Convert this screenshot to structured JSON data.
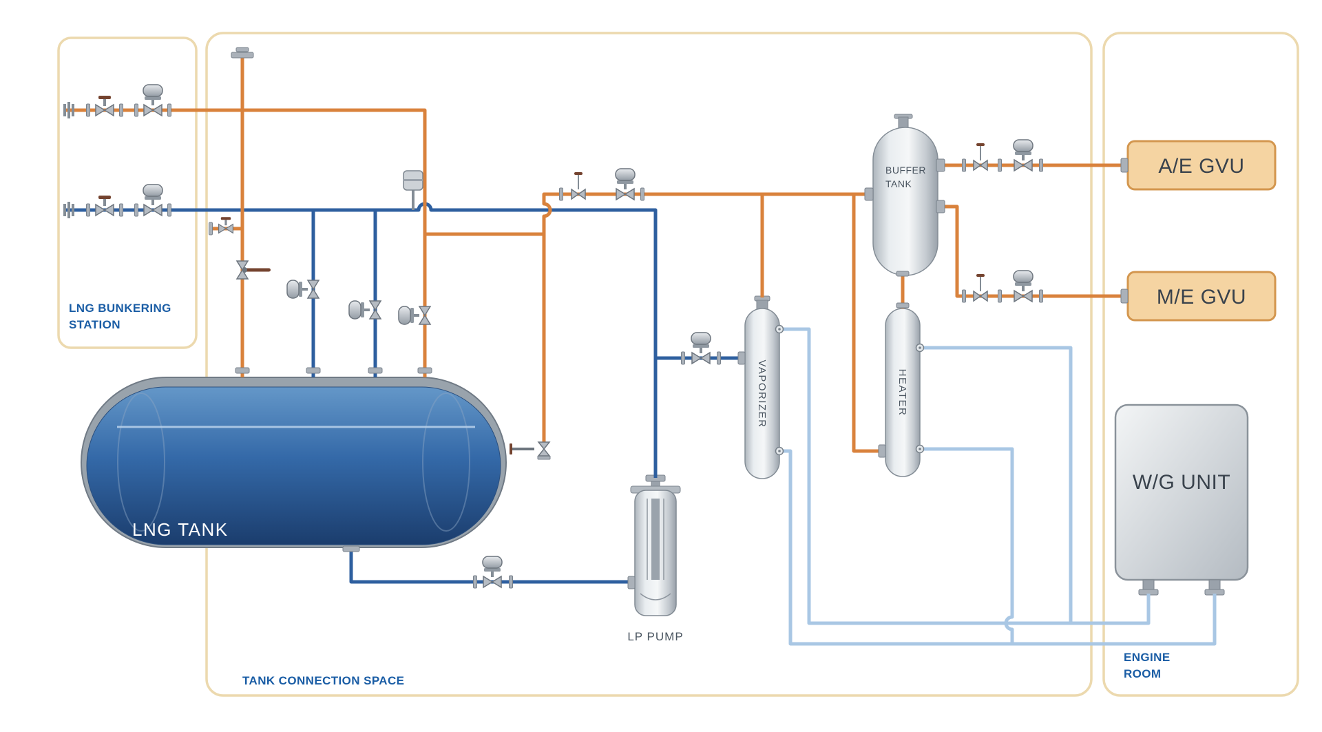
{
  "zones": {
    "bunkering_station": {
      "label_line1": "LNG BUNKERING",
      "label_line2": "STATION"
    },
    "tank_connection_space": {
      "label": "TANK CONNECTION SPACE"
    },
    "engine_room": {
      "label_line1": "ENGINE",
      "label_line2": "ROOM"
    }
  },
  "equipment": {
    "lng_tank": {
      "label": "LNG TANK"
    },
    "lp_pump": {
      "label": "LP PUMP"
    },
    "vaporizer": {
      "label": "VAPORIZER"
    },
    "heater": {
      "label": "HEATER"
    },
    "buffer_tank": {
      "label_line1": "BUFFER",
      "label_line2": "TANK"
    },
    "ae_gvu": {
      "label": "A/E GVU"
    },
    "me_gvu": {
      "label": "M/E GVU"
    },
    "wg_unit": {
      "label": "W/G UNIT"
    }
  },
  "colors": {
    "pipe_orange": "#d9823c",
    "pipe_blue": "#2e5f9f",
    "pipe_water_glycol": "#a9c7e4",
    "zone_border": "#ecd9ae",
    "zone_label": "#1a5da5",
    "equipment_label": "#4a5560",
    "gvu_fill": "#f5d4a2",
    "gvu_border": "#d3964e",
    "unit_label": "#39424c",
    "tank_label": "#ffffff"
  }
}
